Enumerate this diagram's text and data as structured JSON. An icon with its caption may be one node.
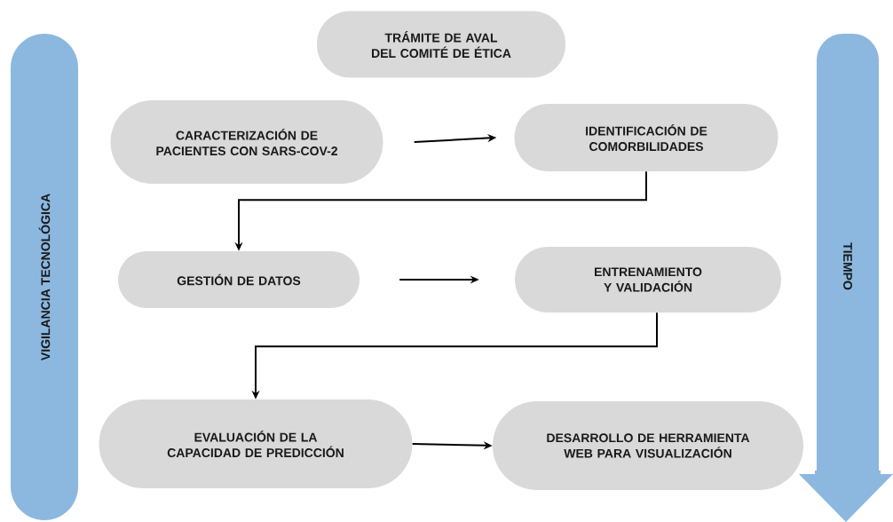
{
  "diagram": {
    "nodes": [
      {
        "text": [
          "TRÁMITE DE AVAL DEL COMITÉ DE ÉTICA"
        ]
      },
      {
        "text": [
          "CARACTERIZACIÓN DE PACIENTES CON SARS-COV-2"
        ]
      },
      {
        "text": [
          "IDENTIFICACIÓN DE COMORBILIDADES"
        ]
      },
      {
        "text": [
          "GESTIÓN DE DATOS"
        ]
      },
      {
        "text": [
          "ENTRENAMIENTO Y VALIDACIÓN"
        ]
      },
      {
        "text": [
          "EVALUACIÓN DE LA CAPACIDAD DE PREDICCIÓN"
        ]
      },
      {
        "text": [
          "DESARROLLO DE HERRAMIENTA WEB PARA VISUALIZACIÓN"
        ]
      },
      {
        "text": [
          "VIGILANCIA TECNOLÓGICA"
        ]
      },
      {
        "text": [
          "TIEMPO"
        ]
      }
    ],
    "edges": [
      {
        "from": 1,
        "to": 2,
        "arrow": "to"
      },
      {
        "from": 2,
        "to": 3,
        "arrow": "to"
      },
      {
        "from": 3,
        "to": 4,
        "arrow": "to"
      },
      {
        "from": 4,
        "to": 5,
        "arrow": "to"
      },
      {
        "from": 5,
        "to": 6,
        "arrow": "to"
      }
    ]
  }
}
